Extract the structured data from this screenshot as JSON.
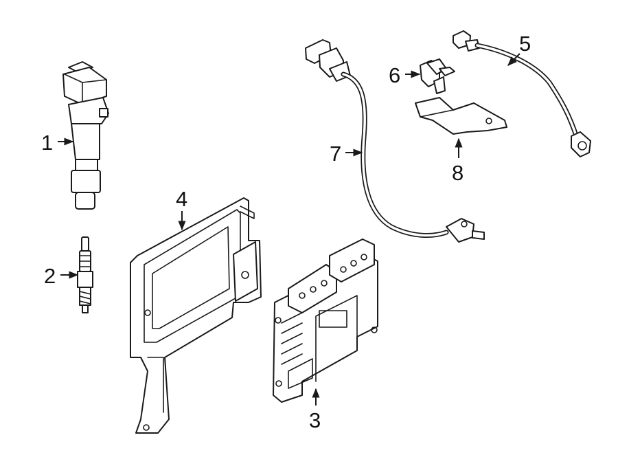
{
  "diagram": {
    "callouts": [
      {
        "id": "1",
        "label": "1"
      },
      {
        "id": "2",
        "label": "2"
      },
      {
        "id": "3",
        "label": "3"
      },
      {
        "id": "4",
        "label": "4"
      },
      {
        "id": "5",
        "label": "5"
      },
      {
        "id": "6",
        "label": "6"
      },
      {
        "id": "7",
        "label": "7"
      },
      {
        "id": "8",
        "label": "8"
      }
    ],
    "line_color": "#1a1a1a",
    "background": "#ffffff"
  }
}
